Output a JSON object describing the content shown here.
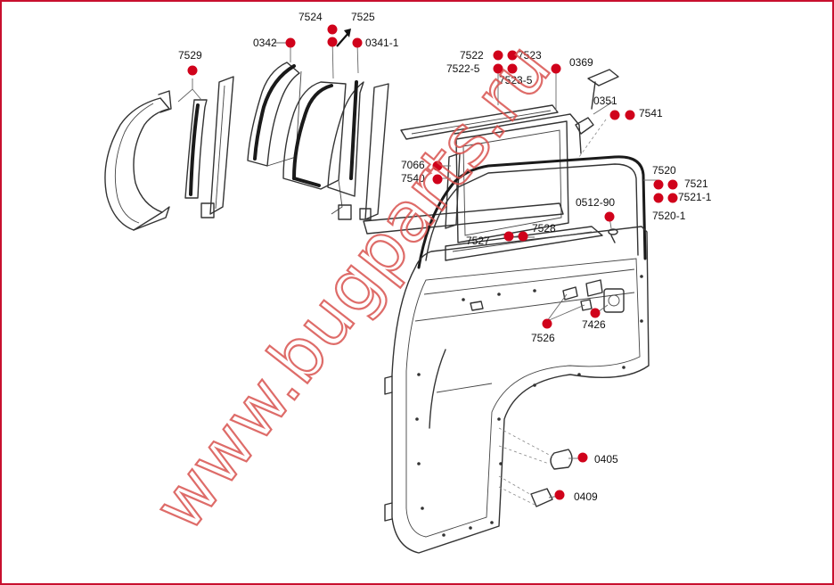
{
  "watermark": "www.bugparts.ru",
  "colors": {
    "marker": "#d0021b",
    "border": "#c8102e",
    "watermark": "#d9534f"
  },
  "callouts": [
    {
      "id": "7529",
      "label": "7529"
    },
    {
      "id": "0342",
      "label": "0342"
    },
    {
      "id": "7524",
      "label": "7524"
    },
    {
      "id": "7525",
      "label": "7525"
    },
    {
      "id": "0341-1",
      "label": "0341-1"
    },
    {
      "id": "7522",
      "label": "7522"
    },
    {
      "id": "7523",
      "label": "7523"
    },
    {
      "id": "7522-5",
      "label": "7522-5"
    },
    {
      "id": "7523-5",
      "label": "7523-5"
    },
    {
      "id": "0369",
      "label": "0369"
    },
    {
      "id": "0351",
      "label": "0351"
    },
    {
      "id": "7541",
      "label": "7541"
    },
    {
      "id": "7066",
      "label": "7066"
    },
    {
      "id": "7540",
      "label": "7540"
    },
    {
      "id": "7520",
      "label": "7520"
    },
    {
      "id": "7521",
      "label": "7521"
    },
    {
      "id": "7521-1",
      "label": "7521-1"
    },
    {
      "id": "7520-1",
      "label": "7520-1"
    },
    {
      "id": "0512-90",
      "label": "0512-90"
    },
    {
      "id": "7528",
      "label": "7528"
    },
    {
      "id": "7527",
      "label": "7527"
    },
    {
      "id": "7526",
      "label": "7526"
    },
    {
      "id": "7426",
      "label": "7426"
    },
    {
      "id": "0405",
      "label": "0405"
    },
    {
      "id": "0409",
      "label": "0409"
    }
  ]
}
